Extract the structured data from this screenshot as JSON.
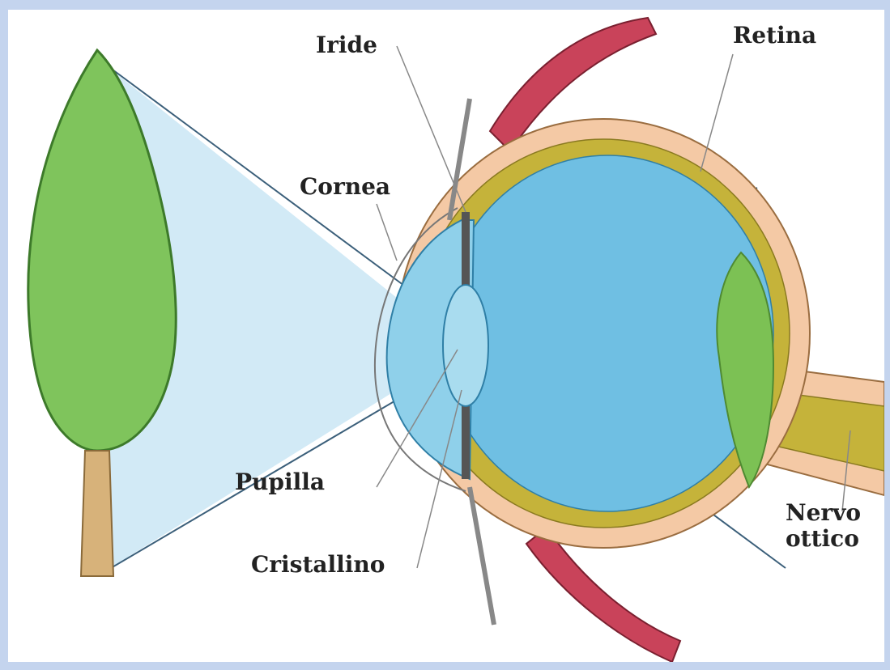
{
  "labels": {
    "iride": "Iride",
    "retina": "Retina",
    "cornea": "Cornea",
    "pupilla": "Pupilla",
    "cristallino": "Cristallino",
    "nervo_ottico_line1": "Nervo",
    "nervo_ottico_line2": "ottico"
  },
  "colors": {
    "frame_background": "#c4d4ee",
    "tree_foliage": "#7fc45c",
    "tree_trunk": "#d7b27a",
    "light_cone": "#cde8f5",
    "eye_fluid": "#6fbfe3",
    "sclera": "#f4c9a5",
    "choroid": "#c5b33a",
    "muscle": "#c9435a",
    "retina_image": "#7cc154",
    "label_text": "#222222"
  }
}
